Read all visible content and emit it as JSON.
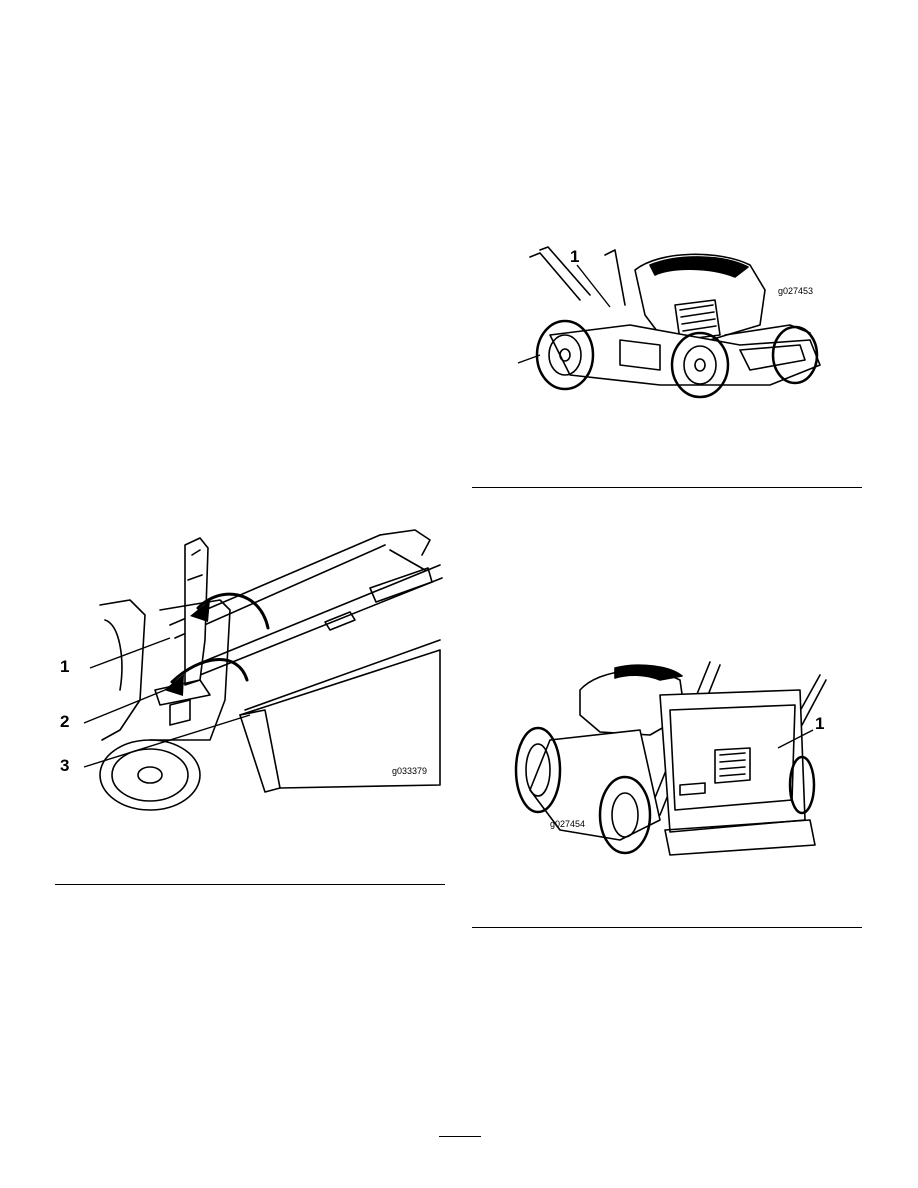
{
  "figures": [
    {
      "code": "g033379",
      "callouts": [
        "1",
        "2",
        "3"
      ]
    },
    {
      "code": "g027453",
      "callouts": [
        "1"
      ]
    },
    {
      "code": "g027454",
      "callouts": [
        "1"
      ]
    }
  ]
}
